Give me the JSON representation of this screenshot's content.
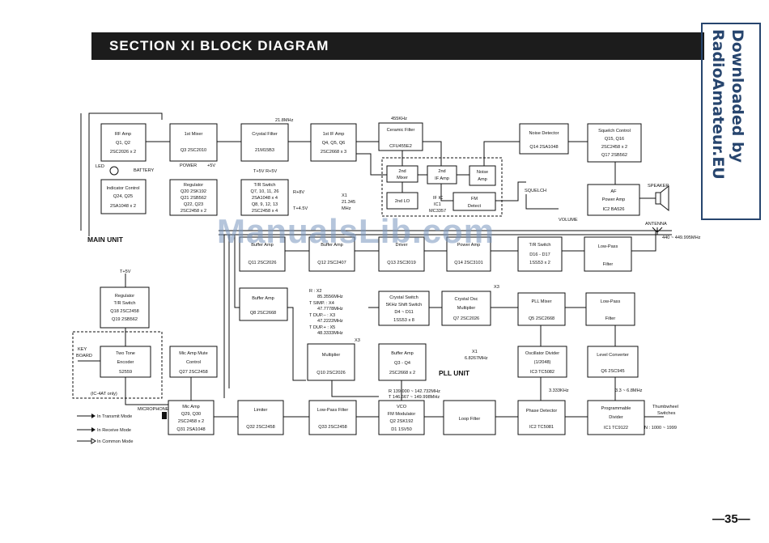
{
  "header": {
    "title": "SECTION  XI  BLOCK DIAGRAM"
  },
  "side_label": {
    "line1": "Downloaded by",
    "line2": "RadioAmateur.EU"
  },
  "watermark": "ManualsLib.com",
  "page_number": "—35—",
  "units": {
    "main": "MAIN UNIT",
    "pll": "PLL UNIT"
  },
  "blocks": {
    "rf_amp": [
      "RF Amp",
      "Q1, Q2",
      "2SC2026 x 2"
    ],
    "mixer1": [
      "1st Mixer",
      "Q3 2SC2010"
    ],
    "crystal_filter": [
      "Crystal Filter",
      "21M15B3"
    ],
    "if_amp1": [
      "1st IF Amp",
      "Q4, Q5, Q6",
      "2SC2668 x 3"
    ],
    "ceramic_filter": [
      "Ceramic Filter",
      "CFU455E2"
    ],
    "noise_detector": [
      "Noise Detector",
      "Q14 2SA1048"
    ],
    "squelch_control": [
      "Squelch Control",
      "Q15, Q16",
      "2SC2458 x 2",
      "Q17 2SB562"
    ],
    "indicator_control": [
      "Indicator Control",
      "Q24, Q25",
      "2SA1048 x 2"
    ],
    "regulator_main": [
      "Regulator",
      "Q20 2SK192",
      "Q21 2SB562",
      "Q22, Q23",
      "2SC2458 x 2"
    ],
    "tr_switch_main": [
      "T/R Switch",
      "Q7, 10, 11, 26",
      "2SA1048 x 4",
      "Q8, 9, 12, 13",
      "2SC2458 x 4"
    ],
    "mixer2": [
      "2nd",
      "Mixer"
    ],
    "lo2": [
      "2nd LO"
    ],
    "if_amp2": [
      "2nd",
      "IF Amp"
    ],
    "noise_amp": [
      "Noise",
      "Amp"
    ],
    "fm_detect": [
      "FM",
      "Detect"
    ],
    "af_power_amp": [
      "AF",
      "Power Amp",
      "IC2 BA526"
    ],
    "buffer_amp1": [
      "Buffer Amp",
      "Q11 2SC2026"
    ],
    "buffer_amp2": [
      "Buffer Amp",
      "Q12 2SC2407"
    ],
    "driver": [
      "Driver",
      "Q13 2SC3019"
    ],
    "power_amp": [
      "Power Amp",
      "Q14 2SC3101"
    ],
    "tr_switch_pll": [
      "T/R Switch",
      "D16 - D17",
      "1SS53 x 2"
    ],
    "low_pass_main": [
      "Low-Pass",
      "Filter"
    ],
    "buffer_amp_q8": [
      "Buffer Amp",
      "Q8 2SC2668"
    ],
    "crystal_switch": [
      "Crystal Switch",
      "5KHz Shift Switch",
      "D4 ~ D11",
      "1SS53 x 8"
    ],
    "crystal_osc": [
      "Crystal Osc",
      "Multiplier",
      "Q7 2SC2026"
    ],
    "pll_mixer": [
      "PLL Mixer",
      "Q5 2SC2668"
    ],
    "low_pass_pll": [
      "Low-Pass",
      "Filter"
    ],
    "regulator_tr": [
      "Regulator",
      "T/R Switch",
      "Q18 2SC2458",
      "Q19 2SB562"
    ],
    "two_tone": [
      "Two Tone",
      "Encoder",
      "S2559"
    ],
    "mic_mute": [
      "Mic Amp Mute",
      "Control",
      "Q27 2SC2458"
    ],
    "multiplier": [
      "Multiplier",
      "Q10 2SC2026"
    ],
    "buffer_amp_q3": [
      "Buffer Amp",
      "Q3 - Q4",
      "2SC2668 x 2"
    ],
    "osc_divider": [
      "Oscillator Divider",
      "(1/2048)",
      "IC3 TC5082"
    ],
    "level_converter": [
      "Level Converter",
      "Q6 2SC945"
    ],
    "mic_amp": [
      "Mic Amp",
      "Q29, Q30",
      "2SC2458 x 2",
      "Q31 2SA1048"
    ],
    "limiter": [
      "Limiter",
      "Q32 2SC2458"
    ],
    "lpf_audio": [
      "Low-Pass Filter",
      "Q33 2SC2458"
    ],
    "vco": [
      "VCO",
      "FM Modulator",
      "Q2 2SK192",
      "D1 1SV50"
    ],
    "loop_filter": [
      "Loop Filter"
    ],
    "phase_detector": [
      "Phase Detector",
      "IC2 TC5081"
    ],
    "prog_divider": [
      "Programmable",
      "Divider",
      "IC1 TC9122"
    ]
  },
  "labels": {
    "freq_21_8": "21.8MHz",
    "freq_455": "455KHz",
    "led": "LED",
    "battery": "BATTERY",
    "power": "POWER",
    "plus5v_top": "+5V",
    "t5v_r5v": "T+5V  R+5V",
    "r8v": "R+8V",
    "t45v": "T+4.5V",
    "x1_a": "X1",
    "x1_b": "21.345",
    "x1_c": "MHz",
    "if_ic": [
      "IF IC",
      "IC1",
      "MC3357"
    ],
    "squelch": "SQUELCH",
    "volume": "VOLUME",
    "speaker": "SPEAKER",
    "antenna": "ANTENNA",
    "antenna_freq": "440 ~ 449.995MHz",
    "t5v_left": "T+5V",
    "r_x2": [
      "R : X2",
      "85.3556MHz",
      "T SIMP. : X4",
      "47.7778MHz",
      "T DUP.– : X3",
      "47.2222MHz",
      "T DUP.+ : X5",
      "48.3333MHz"
    ],
    "x3_right": "X3",
    "x3_mult": "X3",
    "x1_pll": [
      "X1",
      "6.8267MHz"
    ],
    "freq_3333": "3.333KHz",
    "freq_3_3": "3.3 ~ 6.8MHz",
    "vco_freq": [
      "R 139.000 ~ 142.732MHz",
      "T 146.667 ~ 149.998MHz"
    ],
    "key_board": [
      "KEY",
      "BOARD"
    ],
    "ic4at": "(IC-4AT only)",
    "microphone": "MICROPHONE",
    "legend": [
      "In Transmit Mode",
      "In Receive Mode",
      "In Common Mode"
    ],
    "thumbwheel": [
      "Thumbwheel",
      "Switches",
      "N : 1000 ~ 1999"
    ]
  }
}
